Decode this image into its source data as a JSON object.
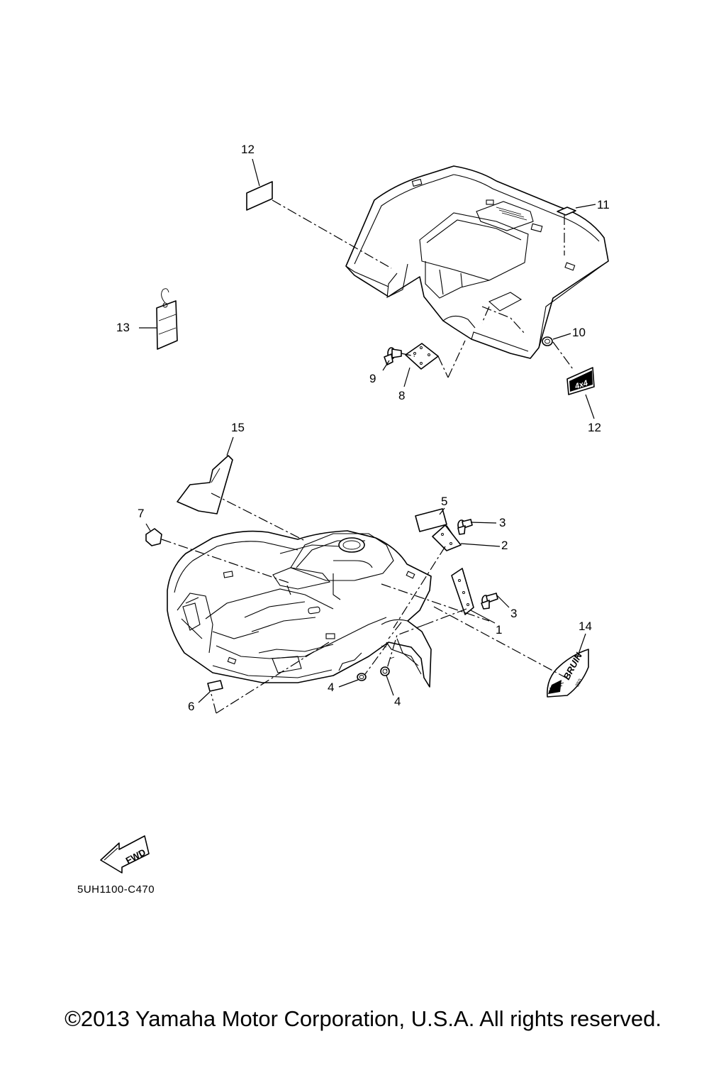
{
  "diagram": {
    "callouts": {
      "c1": "1",
      "c2": "2",
      "c3a": "3",
      "c3b": "3",
      "c4a": "4",
      "c4b": "4",
      "c5": "5",
      "c6": "6",
      "c7": "7",
      "c8": "8",
      "c9": "9",
      "c10": "10",
      "c11": "11",
      "c12a": "12",
      "c12b": "12",
      "c13": "13",
      "c14": "14",
      "c15": "15"
    },
    "fwd_label": "FWD",
    "label_14_text": "BRUIN",
    "label_14_subtext": "350",
    "label_12_text": "4x4",
    "diagram_code": "5UH1100-C470"
  },
  "footer": {
    "copyright": "©2013 Yamaha Motor Corporation, U.S.A. All rights reserved."
  },
  "colors": {
    "line": "#000000",
    "background": "#ffffff"
  }
}
